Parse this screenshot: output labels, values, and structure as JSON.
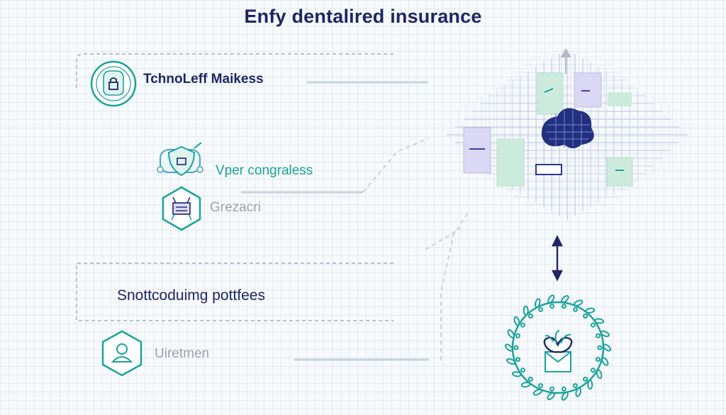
{
  "title": "Enfy dentalired insurance",
  "nodes": [
    {
      "label": "TchnoLeff Maikess",
      "icon": "lock-badge-icon"
    },
    {
      "label": "Vper congraless",
      "icon": "shield-icon"
    },
    {
      "label": "Grezacri",
      "icon": "document-robot-icon"
    },
    {
      "label": "Snottcoduimg pottfees",
      "icon": ""
    },
    {
      "label": "Uiretmen",
      "icon": "user-icon"
    }
  ],
  "colors": {
    "navy": "#1e2566",
    "teal": "#1aa39b",
    "gray": "#9aa3ad",
    "lavender": "#c9c8ee",
    "mint": "#cdebdc"
  },
  "hub_icon": "cloud-network-icon",
  "target_icon": "gift-wreath-icon",
  "connector_icon": "double-arrow-icon"
}
